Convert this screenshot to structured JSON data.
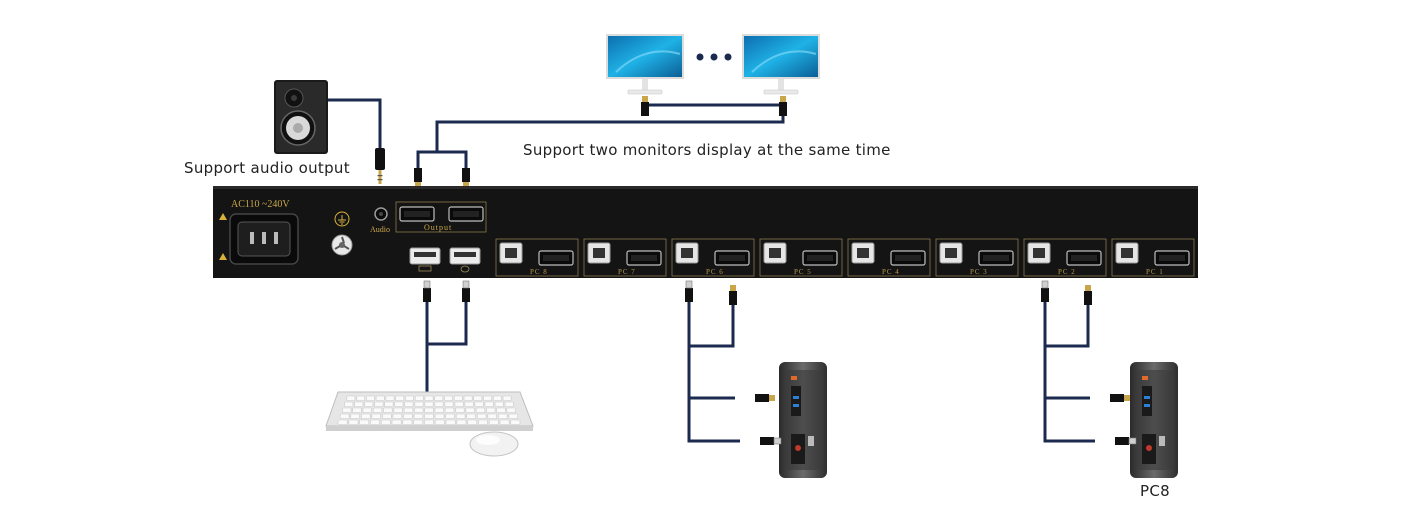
{
  "labels": {
    "audio_caption": "Support audio output",
    "monitors_caption": "Support two monitors display at the same time",
    "pc_caption": "PC8"
  },
  "panel": {
    "voltage": "AC110 ~240V",
    "audio_jack": "Audio",
    "output": "Output",
    "pc_ports": [
      "PC 8",
      "PC 7",
      "PC 6",
      "PC 5",
      "PC 4",
      "PC 3",
      "PC 2",
      "PC 1"
    ]
  },
  "colors": {
    "cable": "#1b2a4e",
    "panel": "#141414",
    "panel_accent": "#c9a64a",
    "screen": "#1aa3d9"
  },
  "icons": [
    "speaker-icon",
    "monitor-icon",
    "keyboard-icon",
    "mouse-icon",
    "pc-tower-icon",
    "hdmi-plug-icon",
    "usb-plug-icon",
    "audio-plug-icon",
    "warning-icon",
    "ground-icon",
    "fan-icon"
  ]
}
